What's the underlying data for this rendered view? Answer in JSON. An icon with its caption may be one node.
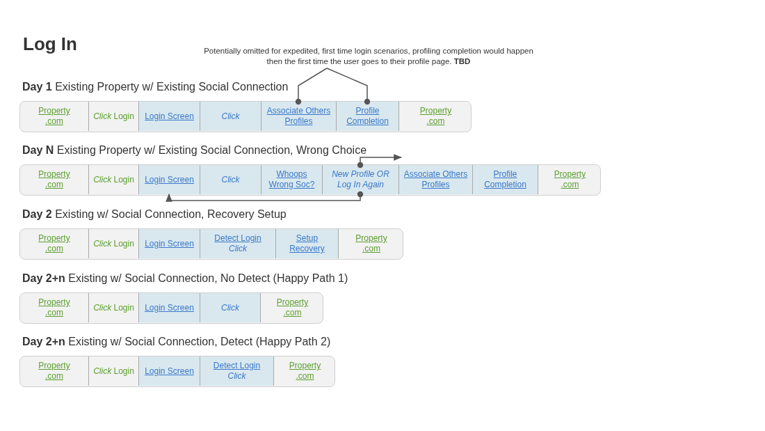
{
  "diagram": {
    "title": "Log In",
    "nodes": [
      {
        "text": [
          "Potentially omitted for expedited, first time login scenarios, profiling completion would happen then the first time the user goes to their profile page. **TBD**"
        ]
      },
      {
        "text": [
          "**Day 1** Existing Property w/ Existing Social Connection"
        ]
      },
      {
        "text": [
          "Property .com"
        ],
        "in": 1
      },
      {
        "text": [
          "*Click* Login"
        ],
        "in": 1
      },
      {
        "text": [
          "Login Screen"
        ],
        "in": 1
      },
      {
        "text": [
          "Click"
        ],
        "in": 1
      },
      {
        "text": [
          "Associate Others Profiles"
        ],
        "in": 1
      },
      {
        "text": [
          "Profile Completion"
        ],
        "in": 1
      },
      {
        "text": [
          "Property .com"
        ],
        "in": 1
      },
      {
        "text": [
          "**Day N** Existing Property w/ Existing Social Connection, Wrong Choice"
        ]
      },
      {
        "text": [
          "Property .com"
        ],
        "in": 9
      },
      {
        "text": [
          "*Click* Login"
        ],
        "in": 9
      },
      {
        "text": [
          "Login Screen"
        ],
        "in": 9
      },
      {
        "text": [
          "Click"
        ],
        "in": 9
      },
      {
        "text": [
          "Whoops Wrong Soc?"
        ],
        "in": 9
      },
      {
        "text": [
          "New Profile OR Log In Again"
        ],
        "in": 9
      },
      {
        "text": [
          "Associate Others Profiles"
        ],
        "in": 9
      },
      {
        "text": [
          "Profile Completion"
        ],
        "in": 9
      },
      {
        "text": [
          "Property .com"
        ],
        "in": 9
      },
      {
        "text": [
          "**Day 2** Existing w/ Social Connection, Recovery Setup"
        ]
      },
      {
        "text": [
          "Property .com"
        ],
        "in": 19
      },
      {
        "text": [
          "*Click* Login"
        ],
        "in": 19
      },
      {
        "text": [
          "Login Screen"
        ],
        "in": 19
      },
      {
        "text": [
          "Detect Login",
          "Click"
        ],
        "in": 19
      },
      {
        "text": [
          "Setup Recovery"
        ],
        "in": 19
      },
      {
        "text": [
          "Property .com"
        ],
        "in": 19
      },
      {
        "text": [
          "**Day 2+n** Existing w/ Social Connection, No Detect (Happy Path 1)"
        ]
      },
      {
        "text": [
          "Property .com"
        ],
        "in": 26
      },
      {
        "text": [
          "*Click* Login"
        ],
        "in": 26
      },
      {
        "text": [
          "Login Screen"
        ],
        "in": 26
      },
      {
        "text": [
          "Click"
        ],
        "in": 26
      },
      {
        "text": [
          "Property .com"
        ],
        "in": 26
      },
      {
        "text": [
          "**Day 2+n** Existing w/ Social Connection, Detect (Happy Path 2)"
        ]
      },
      {
        "text": [
          "Property .com"
        ],
        "in": 32
      },
      {
        "text": [
          "*Click* Login"
        ],
        "in": 32
      },
      {
        "text": [
          "Login Screen"
        ],
        "in": 32
      },
      {
        "text": [
          "Detect Login",
          "Click"
        ],
        "in": 32
      },
      {
        "text": [
          "Property .com"
        ],
        "in": 32
      }
    ],
    "edges": [
      {
        "from": 0,
        "to": 6,
        "arrow": "other"
      },
      {
        "from": 0,
        "to": 7,
        "arrow": "other"
      },
      {
        "from": 15,
        "to": 16,
        "arrow": "to"
      },
      {
        "from": 15,
        "to": 12,
        "arrow": "to"
      }
    ]
  }
}
